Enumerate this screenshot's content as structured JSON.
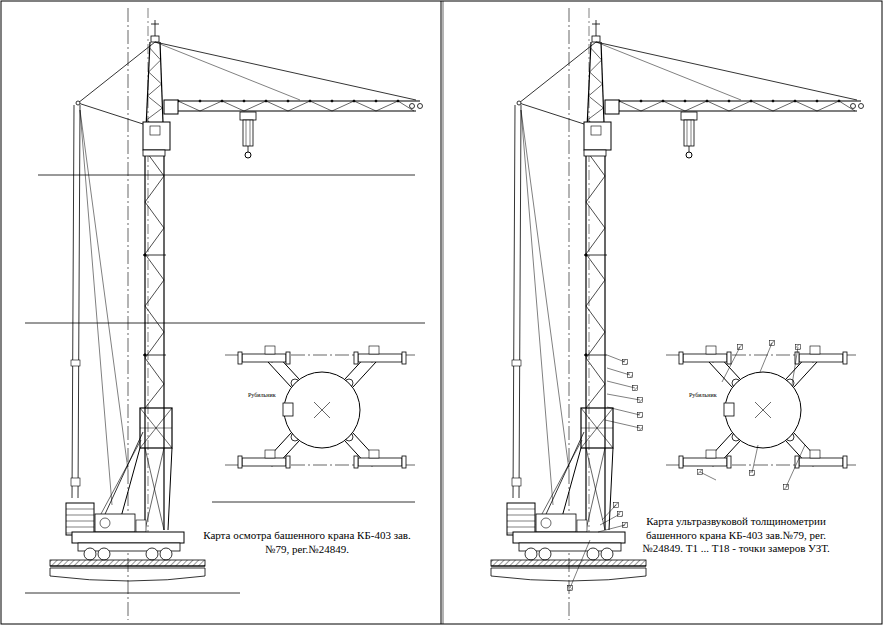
{
  "diagram": {
    "labels": [
      "Рубильник",
      "Карта осмотра башенного крана КБ-403 зав.№79, рег.№24849.",
      "Рубильник",
      "Карта ультразвуковой толщинометрии башенного крана КБ-403 зав.№79, рег.№24849. Т1 ... Т18 - точки замеров УЗТ."
    ]
  }
}
